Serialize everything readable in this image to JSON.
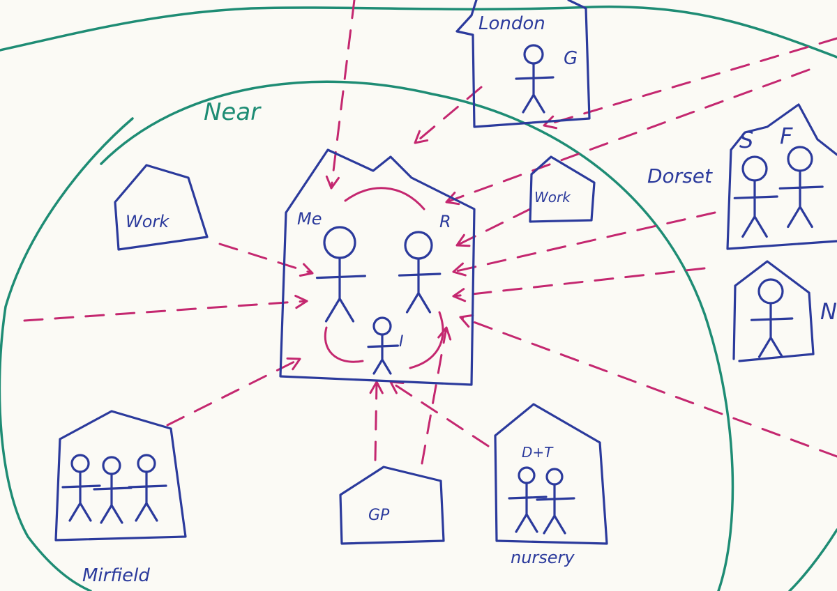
{
  "colors": {
    "ink": "#2b3a9c",
    "boundary": "#1e8c74",
    "arrows": "#c4276f",
    "paper": "#fbfaf5"
  },
  "zone_label": "Near",
  "places": {
    "london": {
      "label": "London",
      "person": "G"
    },
    "work_left": {
      "label": "Work"
    },
    "home": {
      "person_me": "Me",
      "person_r": "R",
      "person_i": "I"
    },
    "work_right": {
      "label": "Work"
    },
    "dorset": {
      "label": "Dorset",
      "person_s": "S",
      "person_f": "F",
      "person_n": "N"
    },
    "gp": {
      "label": "GP"
    },
    "nursery": {
      "label": "nursery",
      "people": "D+T"
    },
    "mirfield": {
      "label": "Mirfield"
    }
  }
}
